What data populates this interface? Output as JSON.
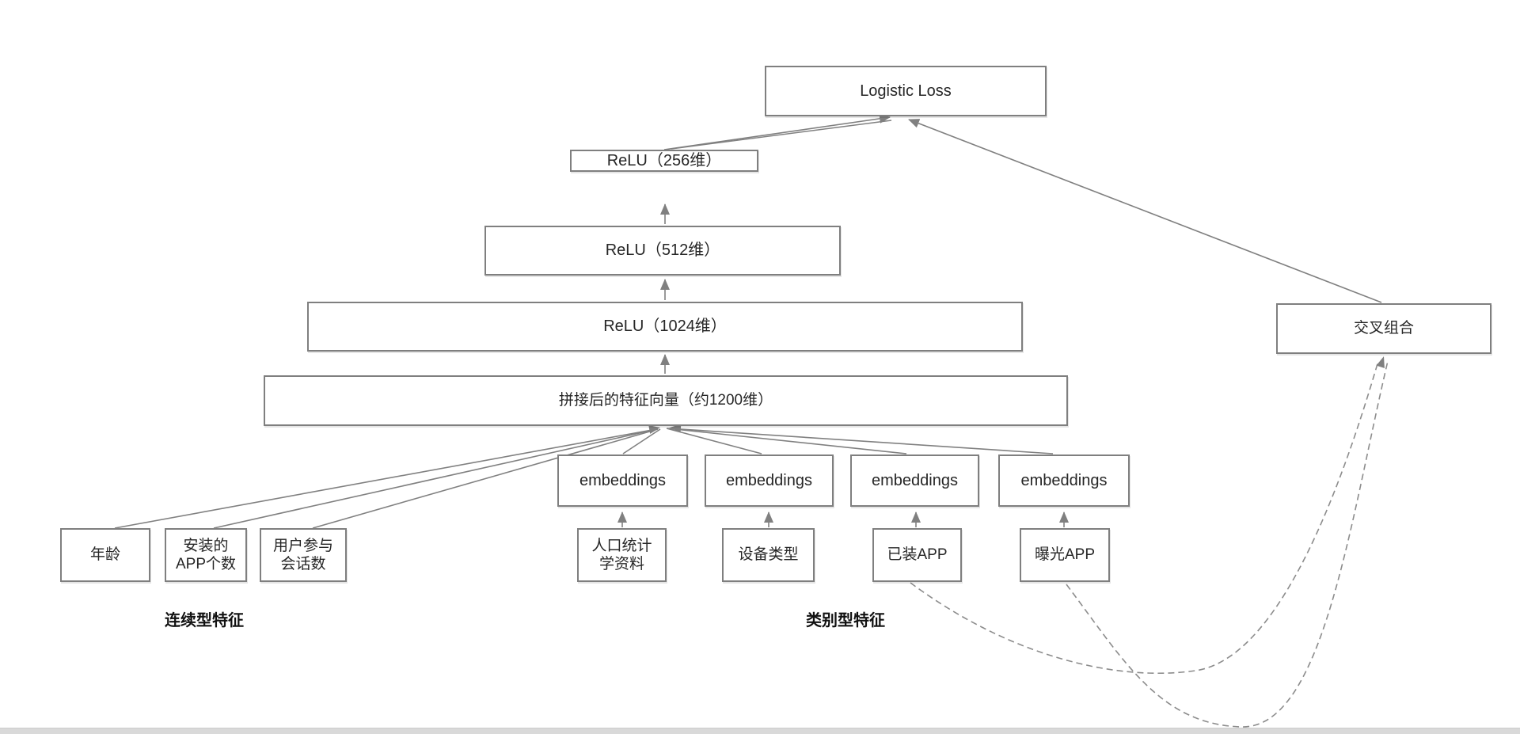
{
  "diagram": {
    "nodes": {
      "logistic_loss": {
        "label": "Logistic Loss"
      },
      "relu_256": {
        "label": "ReLU（256维）"
      },
      "relu_512": {
        "label": "ReLU（512维）"
      },
      "relu_1024": {
        "label": "ReLU（1024维）"
      },
      "concat": {
        "label": "拼接后的特征向量（约1200维）"
      },
      "cross": {
        "label": "交叉组合"
      },
      "embedding": {
        "label": "embeddings"
      },
      "age": {
        "label": "年龄"
      },
      "installed_apps_count": {
        "line1": "安装的",
        "line2": "APP个数"
      },
      "user_sessions": {
        "line1": "用户参与",
        "line2": "会话数"
      },
      "demographics": {
        "line1": "人口统计",
        "line2": "学资料"
      },
      "device_type": {
        "label": "设备类型"
      },
      "installed_app": {
        "label": "已装APP"
      },
      "impression_app": {
        "label": "曝光APP"
      }
    },
    "group_labels": {
      "continuous": "连续型特征",
      "categorical": "类别型特征"
    },
    "colors": {
      "line": "#808080",
      "dashed_line": "#8c8c8c",
      "border": "#7f7f7f",
      "text": "#262626"
    }
  }
}
